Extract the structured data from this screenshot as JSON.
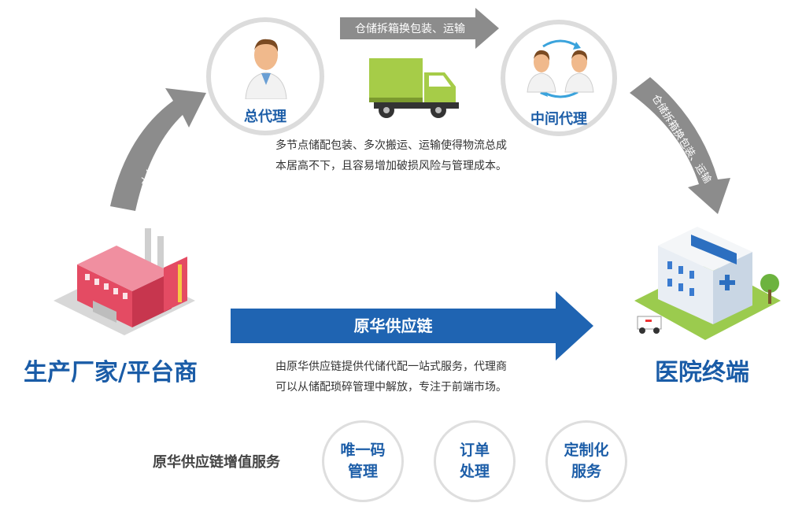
{
  "nodes": {
    "general_agent": "总代理",
    "middle_agent": "中间代理",
    "manufacturer": "生产厂家/平台商",
    "hospital": "医院终端"
  },
  "arrows": {
    "manufacturer_to_general": "大包装、运输",
    "general_to_middle": "仓储拆箱换包装、运输",
    "middle_to_hospital": "仓储拆箱换包装、运输",
    "main_flow": "原华供应链"
  },
  "descriptions": {
    "problem_line1": "多节点储配包装、多次搬运、运输使得物流总成",
    "problem_line2": "本居高不下，且容易增加破损风险与管理成本。",
    "solution_line1": "由原华供应链提供代储代配一站式服务，代理商",
    "solution_line2": "可以从储配琐碎管理中解放，专注于前端市场。"
  },
  "services": {
    "title": "原华供应链增值服务",
    "items": [
      {
        "line1": "唯一码",
        "line2": "管理"
      },
      {
        "line1": "订单",
        "line2": "处理"
      },
      {
        "line1": "定制化",
        "line2": "服务"
      }
    ]
  },
  "colors": {
    "accent_blue": "#1d5ea8",
    "gray_arrow": "#8c8c8c",
    "factory_red": "#e44b63",
    "truck_green": "#a6cc48"
  }
}
